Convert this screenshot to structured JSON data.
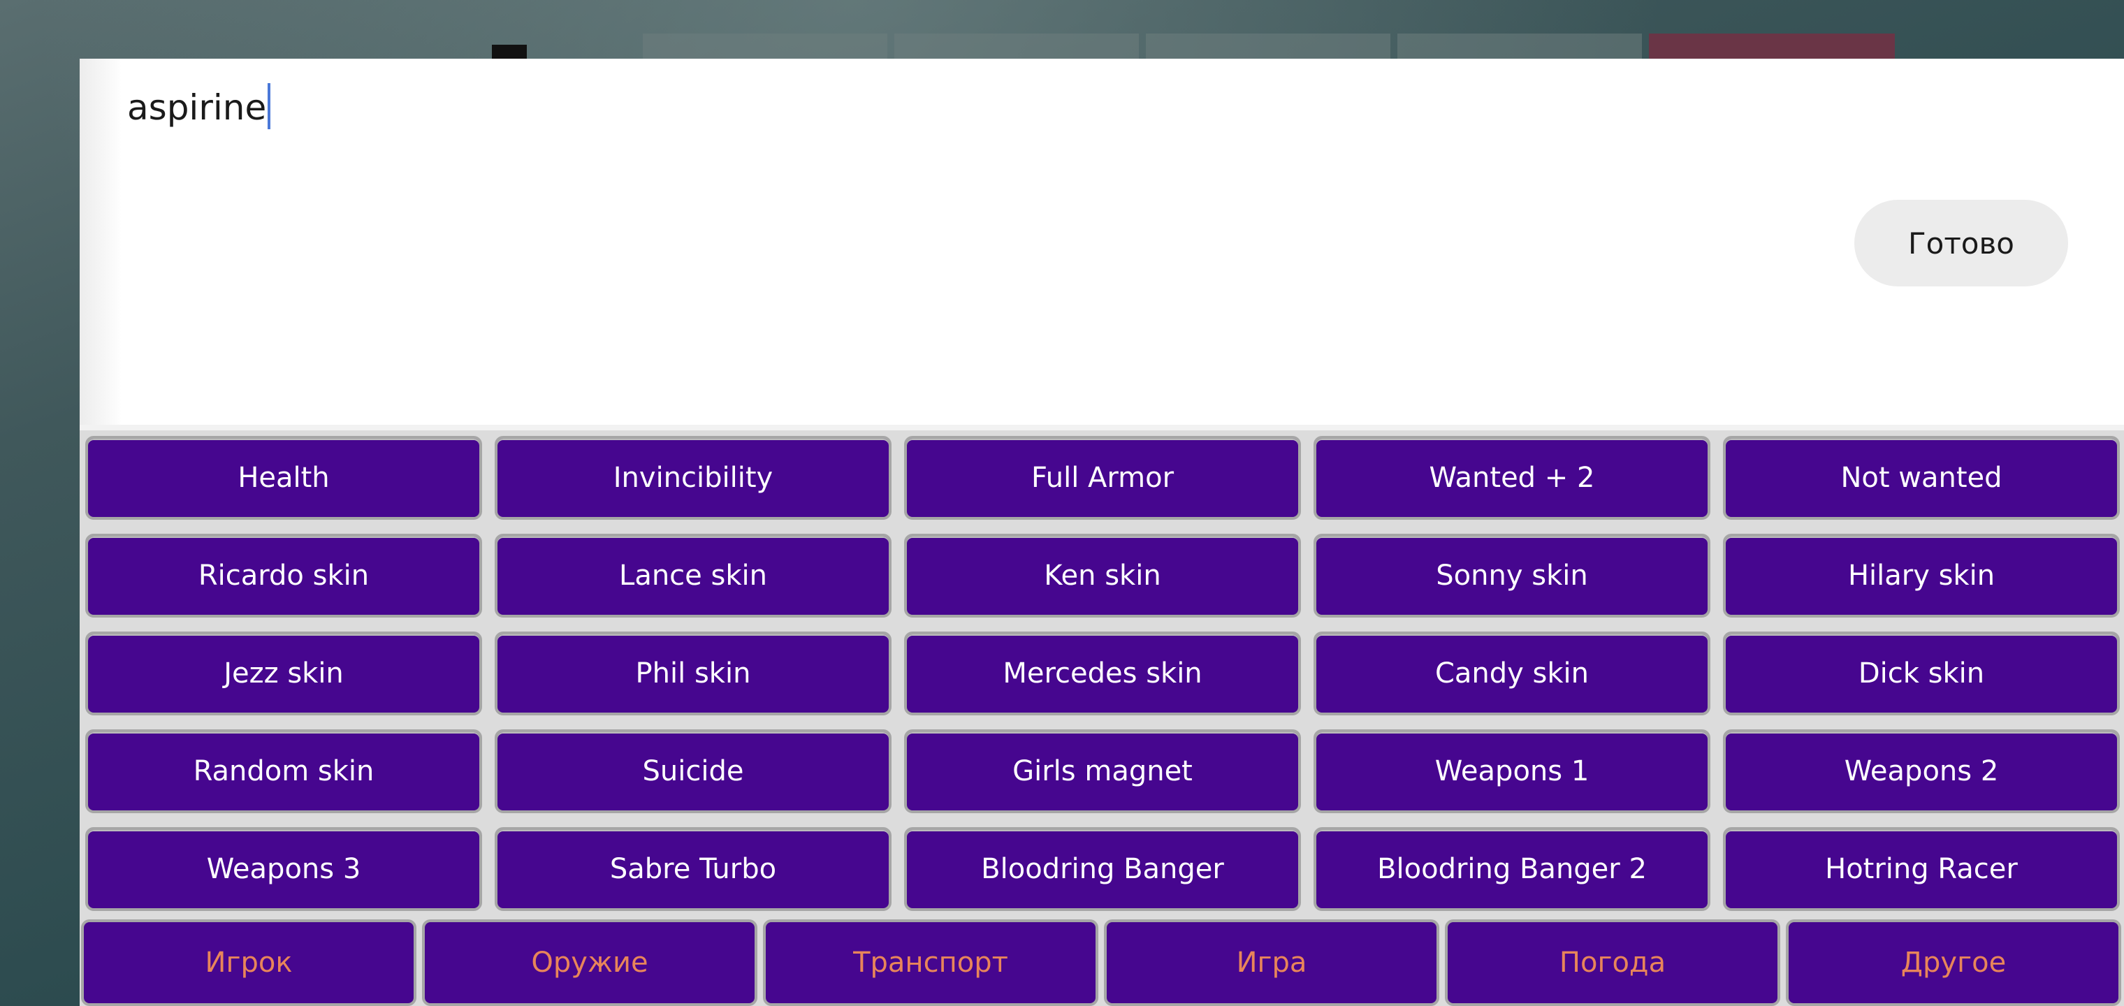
{
  "input": {
    "value": "aspirine"
  },
  "done_button": {
    "label": "Готово"
  },
  "cheats": [
    {
      "label": "Health"
    },
    {
      "label": "Invincibility"
    },
    {
      "label": "Full Armor"
    },
    {
      "label": "Wanted + 2"
    },
    {
      "label": "Not wanted"
    },
    {
      "label": "Ricardo skin"
    },
    {
      "label": "Lance skin"
    },
    {
      "label": "Ken skin"
    },
    {
      "label": "Sonny skin"
    },
    {
      "label": "Hilary skin"
    },
    {
      "label": "Jezz skin"
    },
    {
      "label": "Phil skin"
    },
    {
      "label": "Mercedes skin"
    },
    {
      "label": "Candy skin"
    },
    {
      "label": "Dick skin"
    },
    {
      "label": "Random skin"
    },
    {
      "label": "Suicide"
    },
    {
      "label": "Girls magnet"
    },
    {
      "label": "Weapons 1"
    },
    {
      "label": "Weapons 2"
    },
    {
      "label": "Weapons 3"
    },
    {
      "label": "Sabre Turbo"
    },
    {
      "label": "Bloodring Banger"
    },
    {
      "label": "Bloodring Banger 2"
    },
    {
      "label": "Hotring Racer"
    }
  ],
  "categories": [
    {
      "label": "Игрок"
    },
    {
      "label": "Оружие"
    },
    {
      "label": "Транспорт"
    },
    {
      "label": "Игра"
    },
    {
      "label": "Погода"
    },
    {
      "label": "Другое"
    }
  ],
  "colors": {
    "button_bg": "#46068f",
    "button_border": "#a6a6a6",
    "cheat_text": "#ffffff",
    "category_text": "#e8855a",
    "caret": "#4a78d8",
    "panel_bg": "#ffffff",
    "done_bg": "#ececec"
  }
}
